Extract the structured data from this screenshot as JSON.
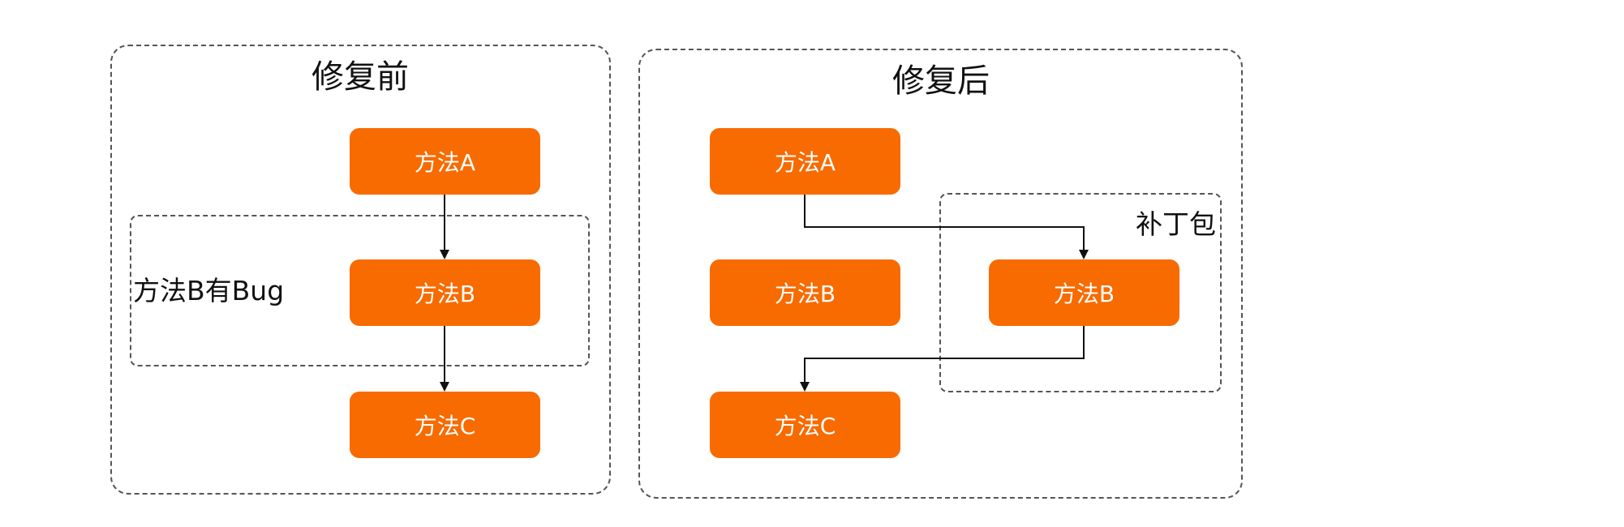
{
  "before": {
    "title": "修复前",
    "bug_note": "方法B有Bug",
    "nodes": {
      "a": "方法A",
      "b": "方法B",
      "c": "方法C"
    }
  },
  "after": {
    "title": "修复后",
    "patch_label": "补丁包",
    "nodes": {
      "a": "方法A",
      "b_old": "方法B",
      "b_patched": "方法B",
      "c": "方法C"
    }
  },
  "colors": {
    "node_fill": "#f76b00",
    "node_text": "#ffffff",
    "border": "#555555",
    "line": "#111111"
  }
}
